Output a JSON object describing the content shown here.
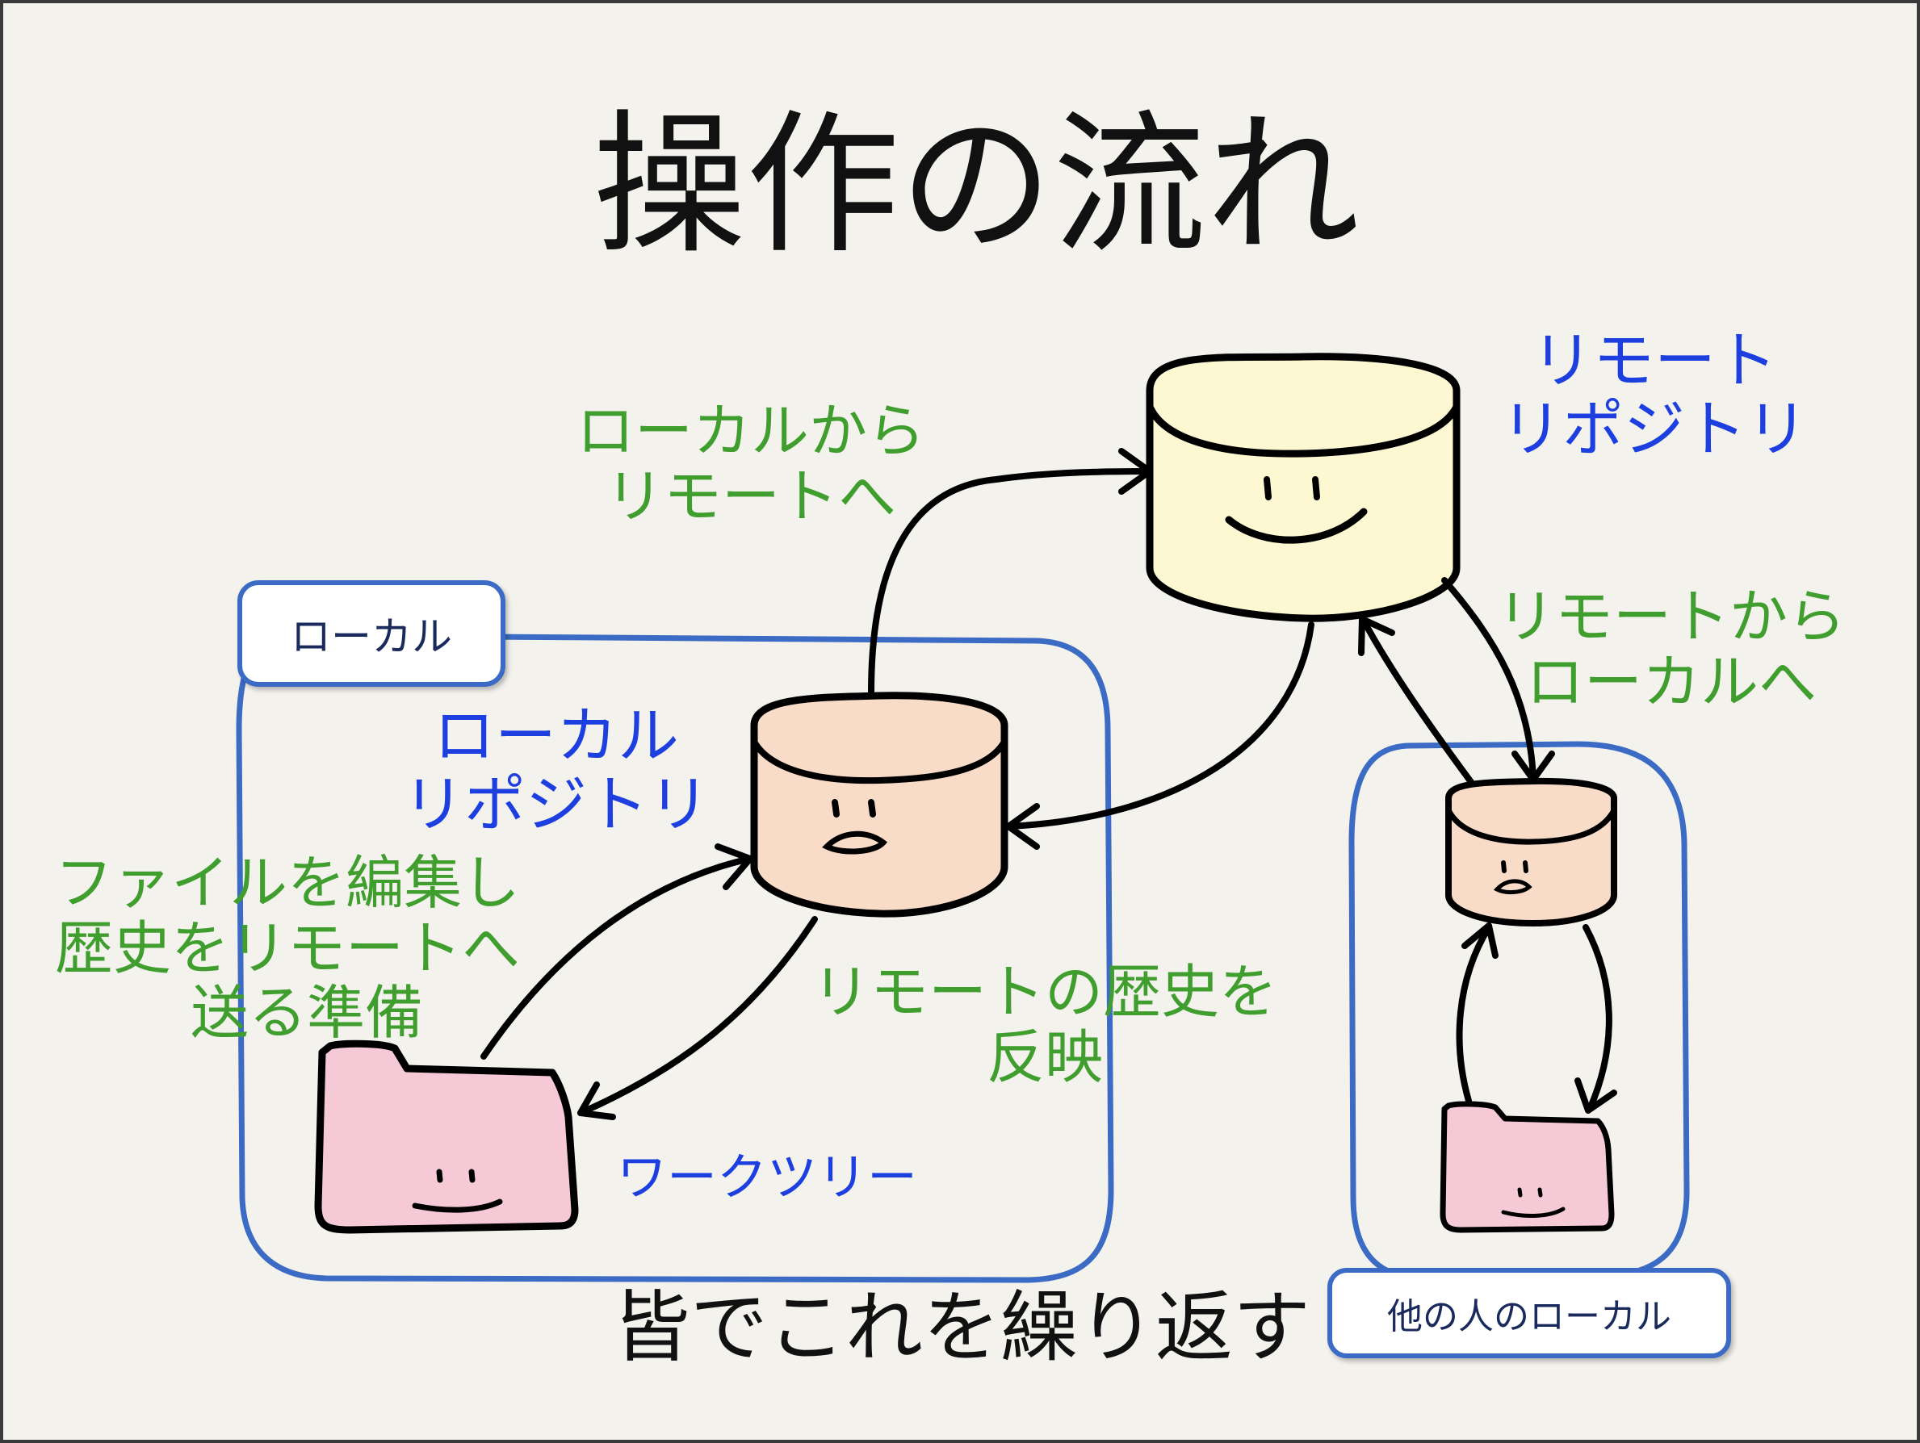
{
  "title": "操作の流れ",
  "labels": {
    "local_to_remote": [
      "ローカルから",
      "リモートへ"
    ],
    "remote_repo": [
      "リモート",
      "リポジトリ"
    ],
    "remote_to_local": [
      "リモートから",
      "ローカルへ"
    ],
    "local_repo": [
      "ローカル",
      "リポジトリ"
    ],
    "edit_files": [
      "ファイルを編集し",
      "歴史をリモートへ",
      "送る準備"
    ],
    "reflect_remote": [
      "リモートの歴史を",
      "反映"
    ],
    "worktree": "ワークツリー",
    "repeat": "皆でこれを繰り返す"
  },
  "tags": {
    "local": "ローカル",
    "others_local": "他の人のローカル"
  },
  "colors": {
    "green_text": "#3f9e2e",
    "blue_text": "#1d3fe0",
    "box_border": "#3b6bc4",
    "remote_fill": "#fdf8d2",
    "local_repo_fill": "#f8dcc8",
    "folder_fill": "#f5c9d6"
  }
}
